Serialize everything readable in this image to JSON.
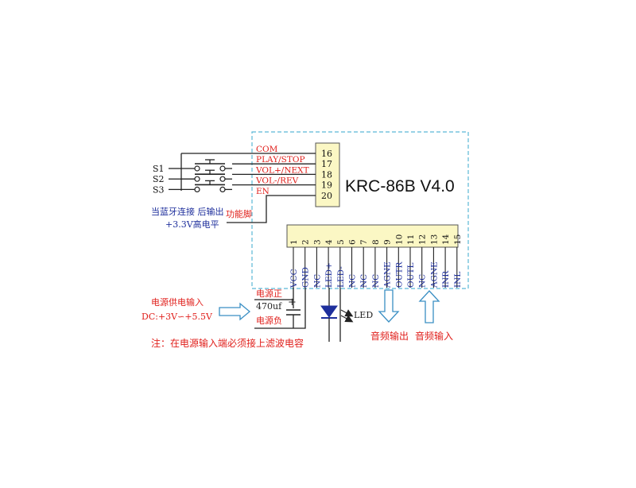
{
  "module": {
    "name": "KRC-86B V4.0",
    "colors": {
      "box_border": "#5bb7d6",
      "header_fill": "#fbf7c4",
      "wire": "#222222",
      "red_text": "#e0201c",
      "blue_text": "#1e2f9c",
      "arrow": "#3a8fc4"
    }
  },
  "left_pins": [
    {
      "num": "16",
      "label": "COM"
    },
    {
      "num": "17",
      "label": "PLAY/STOP"
    },
    {
      "num": "18",
      "label": "VOL+/NEXT"
    },
    {
      "num": "19",
      "label": "VOL-/REV"
    },
    {
      "num": "20",
      "label": "EN"
    }
  ],
  "switches": [
    "S1",
    "S2",
    "S3"
  ],
  "bottom_pins": [
    {
      "num": "1",
      "label": "VCC"
    },
    {
      "num": "2",
      "label": "GND"
    },
    {
      "num": "3",
      "label": "NC"
    },
    {
      "num": "4",
      "label": "LED+"
    },
    {
      "num": "5",
      "label": "LED-"
    },
    {
      "num": "6",
      "label": "NC"
    },
    {
      "num": "7",
      "label": "NC"
    },
    {
      "num": "8",
      "label": "NC"
    },
    {
      "num": "9",
      "label": "AGNE"
    },
    {
      "num": "10",
      "label": "OUTR"
    },
    {
      "num": "11",
      "label": "OUTL"
    },
    {
      "num": "12",
      "label": "NC"
    },
    {
      "num": "13",
      "label": "AGNE"
    },
    {
      "num": "14",
      "label": "INR"
    },
    {
      "num": "15",
      "label": "INL"
    }
  ],
  "annotations": {
    "bt_note_line1": "当蓝牙连接 后输出",
    "bt_note_line2": "+3.3V高电平",
    "function_pin": "功能脚",
    "power_plus": "电源正",
    "power_minus": "电源负",
    "capacitor": "470uf",
    "cap_plus": "+",
    "power_input_line1": "电源供电输入",
    "power_input_line2": "DC:+3V∽+5.5V",
    "led": "LED",
    "audio_out": "音频输出",
    "audio_in": "音频输入",
    "note": "注：在电源输入端必须接上滤波电容"
  }
}
